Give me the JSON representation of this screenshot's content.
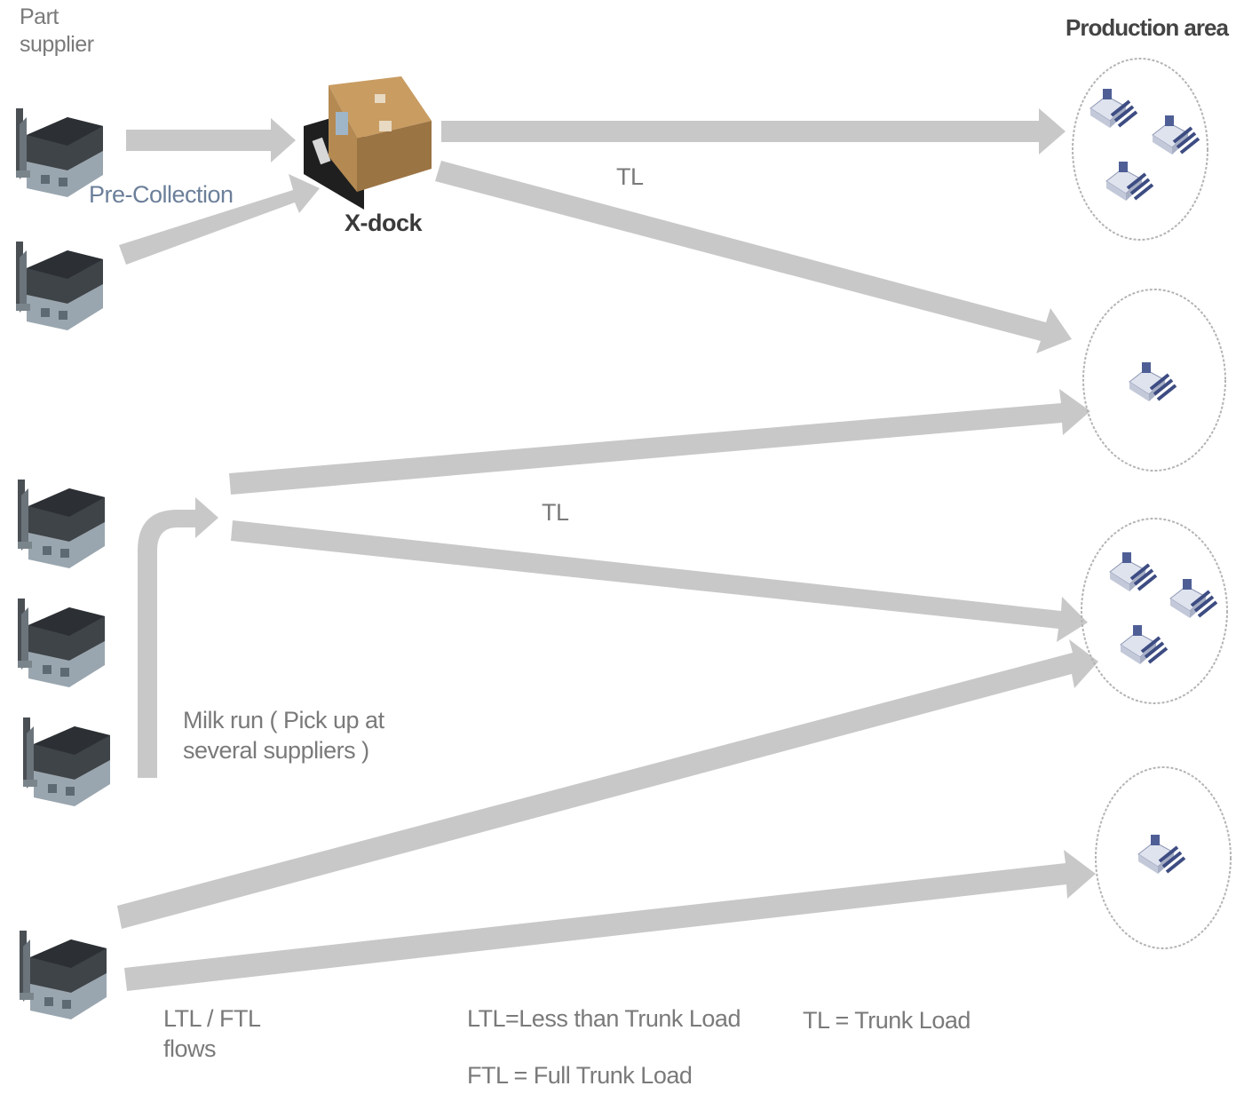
{
  "labels": {
    "part_supplier": "Part\nsupplier",
    "production_area": "Production area",
    "x_dock": "X-dock",
    "pre_collection": "Pre-Collection",
    "tl_top": "TL",
    "tl_middle": "TL",
    "milk_run": "Milk run ( Pick up at\nseveral suppliers )",
    "ltl_ftl_flows": "LTL / FTL\nflows"
  },
  "legend": {
    "ltl": "LTL=Less than Trunk Load",
    "tl": "TL = Trunk Load",
    "ftl": "FTL = Full Trunk Load"
  },
  "icons": {
    "supplier": "factory-icon",
    "xdock": "warehouse-icon",
    "production": "machine-icon"
  },
  "colors": {
    "arrow": "#c8c8c8",
    "factory_roof": "#3f4448",
    "factory_wall": "#8e9aa3",
    "xdock_box": "#b58a52",
    "machine": "#5a6fa8"
  }
}
